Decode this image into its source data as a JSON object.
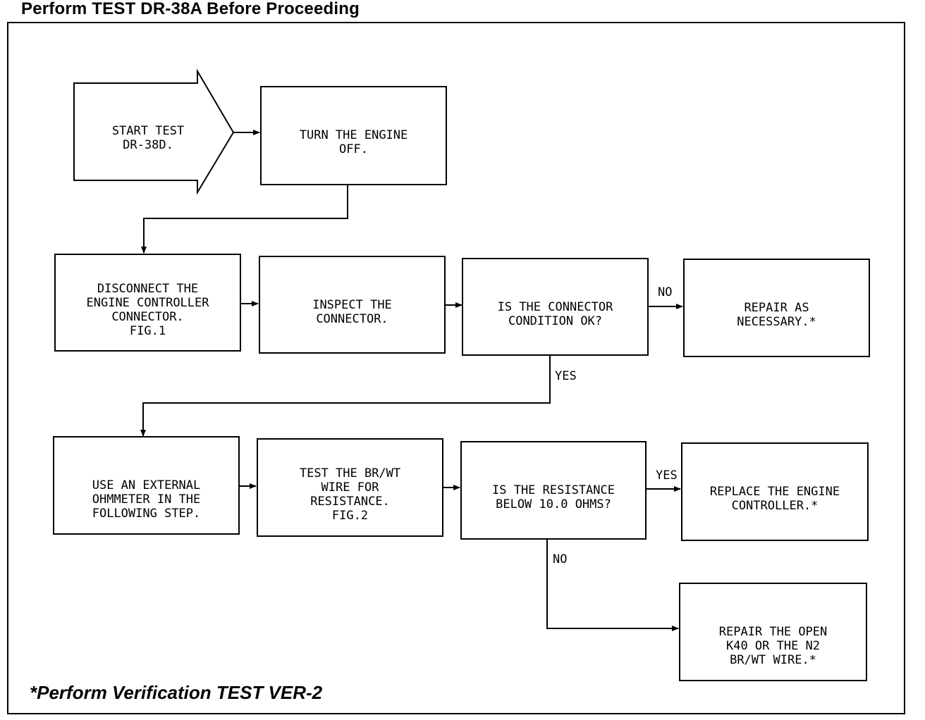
{
  "header": "Perform TEST DR-38A Before Proceeding",
  "footer": "*Perform Verification TEST VER-2",
  "nodes": {
    "start": "START TEST\nDR-38D.",
    "engine_off": "TURN THE ENGINE\nOFF.",
    "disconnect": "DISCONNECT THE\nENGINE CONTROLLER\nCONNECTOR.",
    "disconnect_fig": "FIG.1",
    "inspect": "INSPECT THE\nCONNECTOR.",
    "connector_ok": "IS THE CONNECTOR\nCONDITION OK?",
    "repair_necessary": "REPAIR AS\nNECESSARY.*",
    "ohmmeter": "USE AN EXTERNAL\nOHMMETER IN THE\nFOLLOWING STEP.",
    "test_wire": "TEST THE BR/WT\nWIRE FOR\nRESISTANCE.",
    "test_wire_fig": "FIG.2",
    "resistance_below": "IS THE RESISTANCE\nBELOW 10.0 OHMS?",
    "replace_controller": "REPLACE THE ENGINE\nCONTROLLER.*",
    "repair_open": "REPAIR THE OPEN\nK40 OR THE N2\nBR/WT WIRE.*"
  },
  "edges": {
    "connector_no": "NO",
    "connector_yes": "YES",
    "resistance_yes": "YES",
    "resistance_no": "NO"
  }
}
